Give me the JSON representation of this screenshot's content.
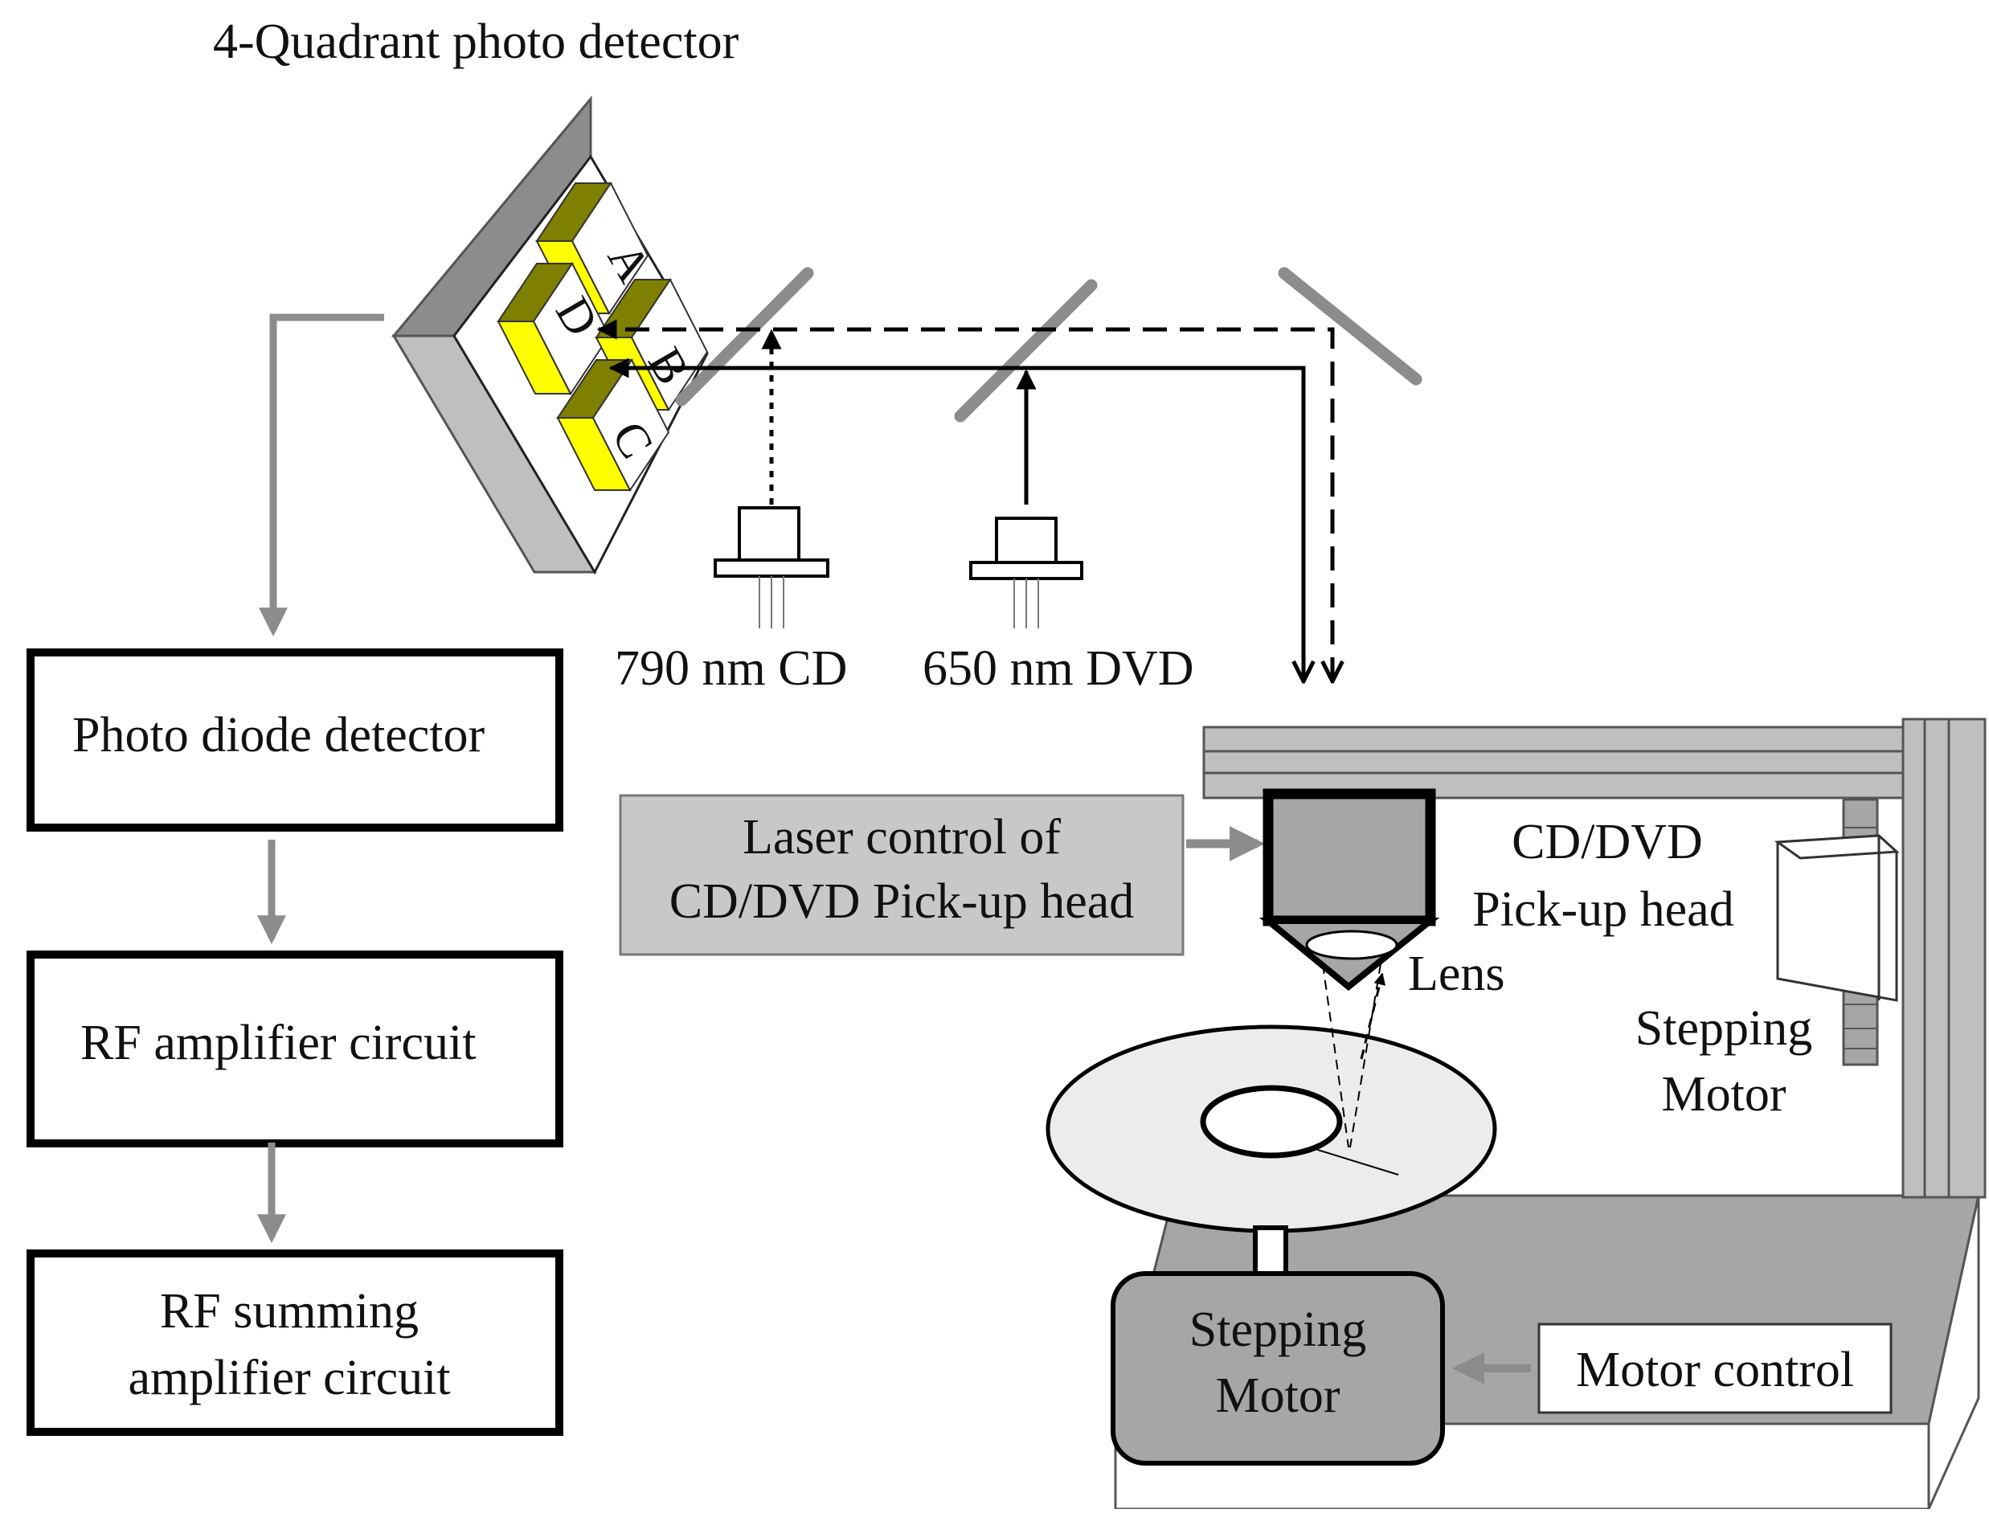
{
  "title": "4-Quadrant photo detector",
  "quadrants": {
    "a": "A",
    "b": "B",
    "c": "C",
    "d": "D"
  },
  "lasers": {
    "cd": "790 nm CD",
    "dvd": "650 nm DVD"
  },
  "blocks": {
    "photo_diode": "Photo diode detector",
    "rf_amp": "RF amplifier circuit",
    "rf_sum_line1": "RF summing",
    "rf_sum_line2": "amplifier circuit"
  },
  "laser_control": {
    "line1": "Laser control of",
    "line2": "CD/DVD Pick-up head"
  },
  "pickup": {
    "line1": "CD/DVD",
    "line2": "Pick-up head",
    "lens": "Lens"
  },
  "stepper_right": {
    "line1": "Stepping",
    "line2": "Motor"
  },
  "stepper_bottom": {
    "line1": "Stepping",
    "line2": "Motor"
  },
  "motor_control": "Motor control",
  "colors": {
    "gray_dark": "#8c8c8c",
    "gray_mid": "#a6a6a6",
    "gray_light": "#c8c8c8",
    "olive": "#7f7f00",
    "yellow": "#ffff00",
    "disk": "#ececec"
  }
}
